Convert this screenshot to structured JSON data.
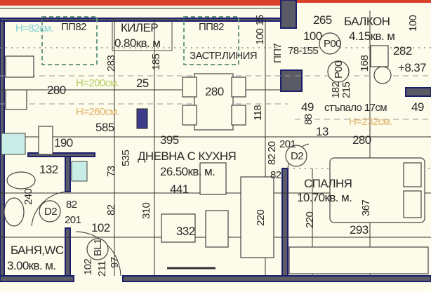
{
  "plan": {
    "rooms": {
      "storage": {
        "name": "КИЛЕР",
        "area": "0.80кв. м"
      },
      "living": {
        "name": "ДНЕВНА С КУХНЯ",
        "area": "26.50кв. м."
      },
      "bath": {
        "name": "БАНЯ,WC",
        "area": "3.00кв. м."
      },
      "balcony": {
        "name": "БАЛКОН",
        "area": "4.15кв. м"
      },
      "bedroom": {
        "name": "СПАЛНЯ",
        "area": "10.70кв. м."
      }
    },
    "notes": {
      "h82": "H=82см.",
      "h200": "H=200см.",
      "h260": "H=260см.",
      "h232": "H=232см.",
      "building_line": "ЗАСТР.ЛИНИЯ",
      "step": "стъпало 17см",
      "level": "+8.37",
      "window_pp82_a": "ПП82",
      "window_pp82_b": "ПП82",
      "window_pp7": "ПП7",
      "balcony_range": "78-155"
    },
    "tags": {
      "p00_a": "P00",
      "p00_b": "P00",
      "d2_a": "D2",
      "d2_b": "D2",
      "bl1": "BL1"
    },
    "dims": {
      "d100a": "100",
      "d15": "15",
      "d283": "283",
      "d185": "185",
      "d280a": "280",
      "d25": "25",
      "d280table": "280",
      "d118": "118",
      "d585": "585",
      "d190": "190",
      "d395": "395",
      "d535": "535",
      "d132": "132",
      "d73": "73",
      "d441": "441",
      "d240": "240",
      "d82door": "82",
      "d201door": "201",
      "d82v": "82",
      "d310": "310",
      "d220liv": "220",
      "d332": "332",
      "d102": "102",
      "d102v": "102",
      "d211": "211",
      "d97": "97",
      "d20": "20",
      "d82r": "82",
      "d201r": "201",
      "d82r2": "82",
      "d265": "265",
      "d100b": "100",
      "d282": "282",
      "d100c": "100",
      "d168": "168",
      "d182": "182",
      "d215": "215",
      "d49a": "49",
      "d49b": "49",
      "d88": "88",
      "d13": "13",
      "d280bed": "280",
      "d367": "367",
      "d220bed": "220",
      "d293": "293"
    },
    "colors": {
      "wall": "#1b1f6b",
      "background": "#fdfbe9",
      "facade": "#d9412b"
    }
  }
}
